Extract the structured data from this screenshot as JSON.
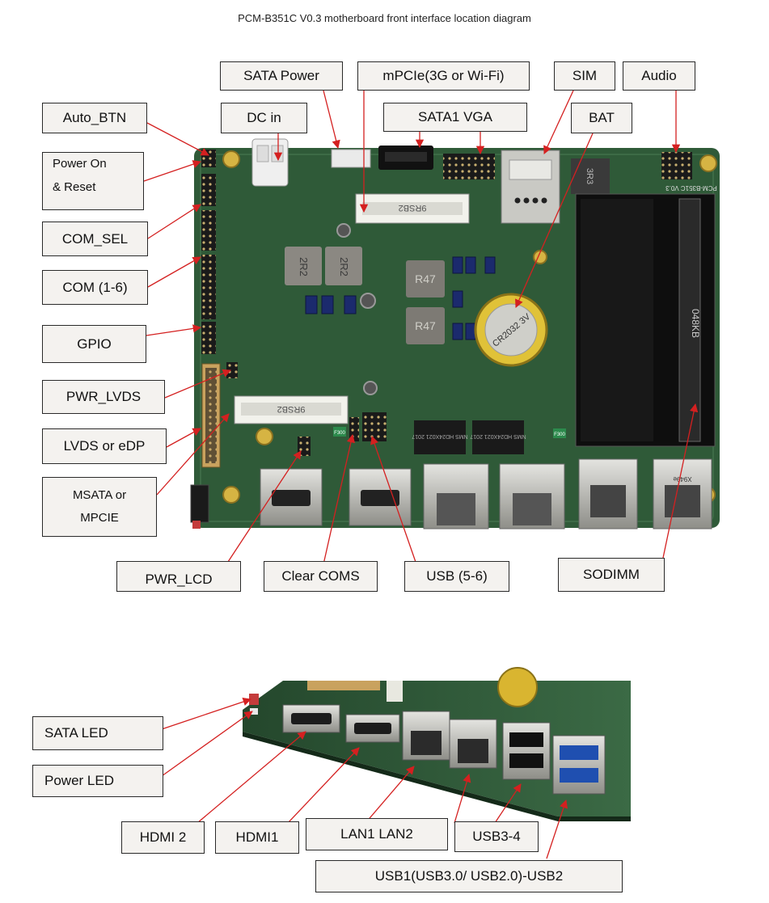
{
  "title": "PCM-B351C V0.3 motherboard front interface location diagram",
  "board_markings": {
    "mpcie_slot": "9RSB2",
    "msata_slot": "9RSB2",
    "choke1": "2R2",
    "choke2": "2R2",
    "choke3": "R47",
    "choke4": "R47",
    "sodimm_label": "048KB",
    "pcb_label": "PCM-B351C V0.3",
    "lan_chip1": "NMS HD24X021 2017",
    "lan_chip2": "NMS HD24X021 2017",
    "battery": "CR2032 3V",
    "small_chip": "F300",
    "small_chip2": "F300",
    "usb_label": "X949e",
    "coil": "3R3"
  },
  "labels_front": {
    "sata_power": "SATA Power",
    "mpcie": "mPCIe(3G or Wi-Fi)",
    "sim": "SIM",
    "audio": "Audio",
    "auto_btn": "Auto_BTN",
    "dc_in": "DC in",
    "sata1_vga": "SATA1 VGA",
    "bat": "BAT",
    "power_on_line1": "Power On",
    "power_on_line2": "& Reset",
    "com_sel": "COM_SEL",
    "com": "COM (1-6)",
    "gpio": "GPIO",
    "pwr_lvds": "PWR_LVDS",
    "lvds_edp": "LVDS or eDP",
    "msata_line1": "MSATA or",
    "msata_line2": "MPCIE",
    "pwr_lcd": "PWR_LCD",
    "clear_coms": "Clear COMS",
    "usb56": "USB (5-6)",
    "sodimm": "SODIMM"
  },
  "labels_rear": {
    "sata_led": "SATA LED",
    "power_led": "Power LED",
    "hdmi2": "HDMI 2",
    "hdmi1": "HDMI1",
    "lan": "LAN1 LAN2",
    "usb34": "USB3-4",
    "usb12": "USB1(USB3.0/ USB2.0)-USB2"
  },
  "colors": {
    "pcb": "#2f5a38",
    "pcb_dark": "#1f3d27",
    "silk": "#d8d8c8",
    "leader": "#d42020",
    "metal": "#b9b9b4",
    "gold": "#d9b530"
  }
}
